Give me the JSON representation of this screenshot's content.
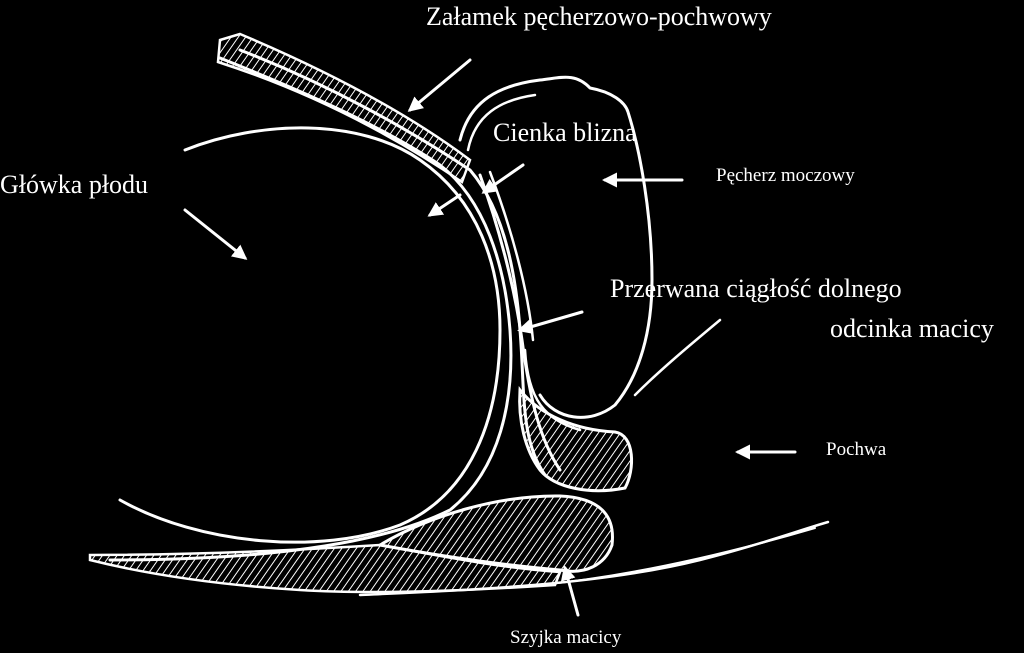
{
  "diagram": {
    "labels": {
      "vesicouterine_fold": "Załamek pęcherzowo-pochwowy",
      "thin_scar": "Cienka blizna",
      "fetal_head": "Główka płodu",
      "bladder": "Pęcherz moczowy",
      "discontinuity_line1": "Przerwana ciągłość dolnego",
      "discontinuity_line2": "odcinka macicy",
      "vagina": "Pochwa",
      "cervix": "Szyjka macicy"
    },
    "colors": {
      "background": "#000000",
      "ink": "#ffffff"
    }
  }
}
